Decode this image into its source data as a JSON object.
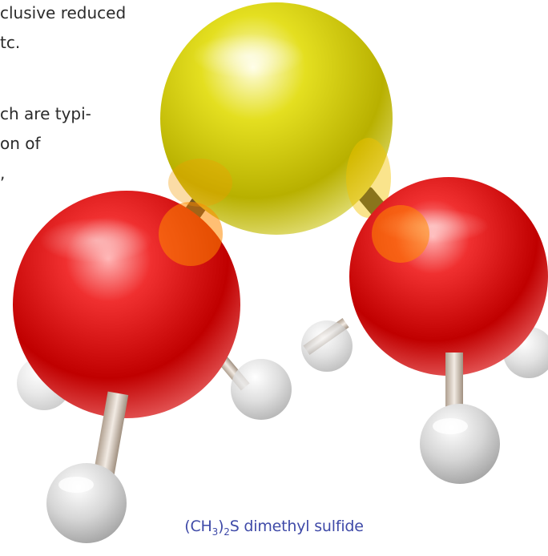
{
  "body_text": {
    "lines": [
      "clusive reduced",
      "tc.",
      "ch are typi-",
      "on of",
      ","
    ]
  },
  "caption": {
    "prefix": "(CH",
    "sub_1": "3",
    "mid": ")",
    "sub_2": "2",
    "suffix": "S dimethyl sulfide"
  },
  "colors": {
    "caption": "#3f4aa8",
    "text": "#2b2b2b",
    "sulfur_atom": "#d6d000",
    "carbon_atom": "#e00000",
    "hydrogen_atom": "#d8d8d8",
    "bond": "#333333"
  }
}
